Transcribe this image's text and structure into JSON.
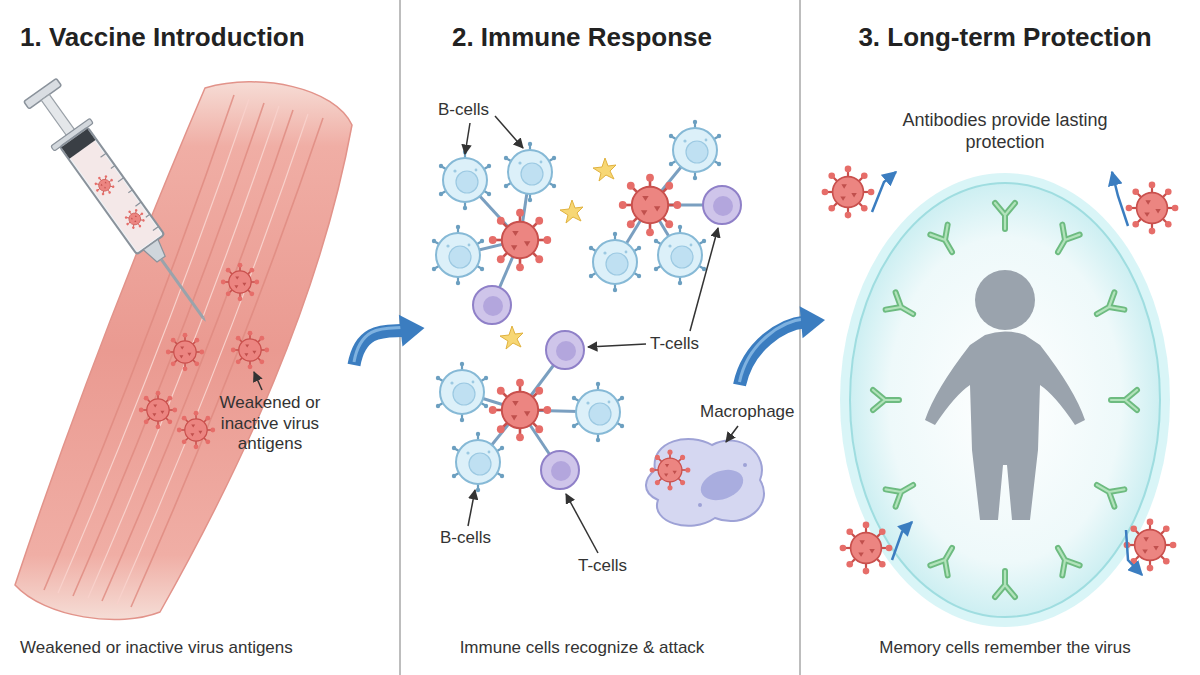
{
  "diagram": {
    "nodes": [
      {
        "text": [
          "1. Vaccine Introduction",
          "Weakened or inactive virus antigens"
        ]
      },
      {
        "text": [
          "2. Immune Response",
          "Immune cells recognize & attack"
        ]
      },
      {
        "text": [
          "3. Long-term Protection",
          "Memory cells remember the virus"
        ]
      }
    ],
    "edges": [
      {
        "from": 0,
        "to": 1,
        "arrow": "to"
      },
      {
        "from": 1,
        "to": 2,
        "arrow": "to"
      }
    ],
    "labels": [
      "Weakened or inactive virus antigens",
      "B-cells",
      "T-cells",
      "Macrophage",
      "B-cells",
      "T-cells",
      "Antibodies provide lasting protection"
    ]
  }
}
